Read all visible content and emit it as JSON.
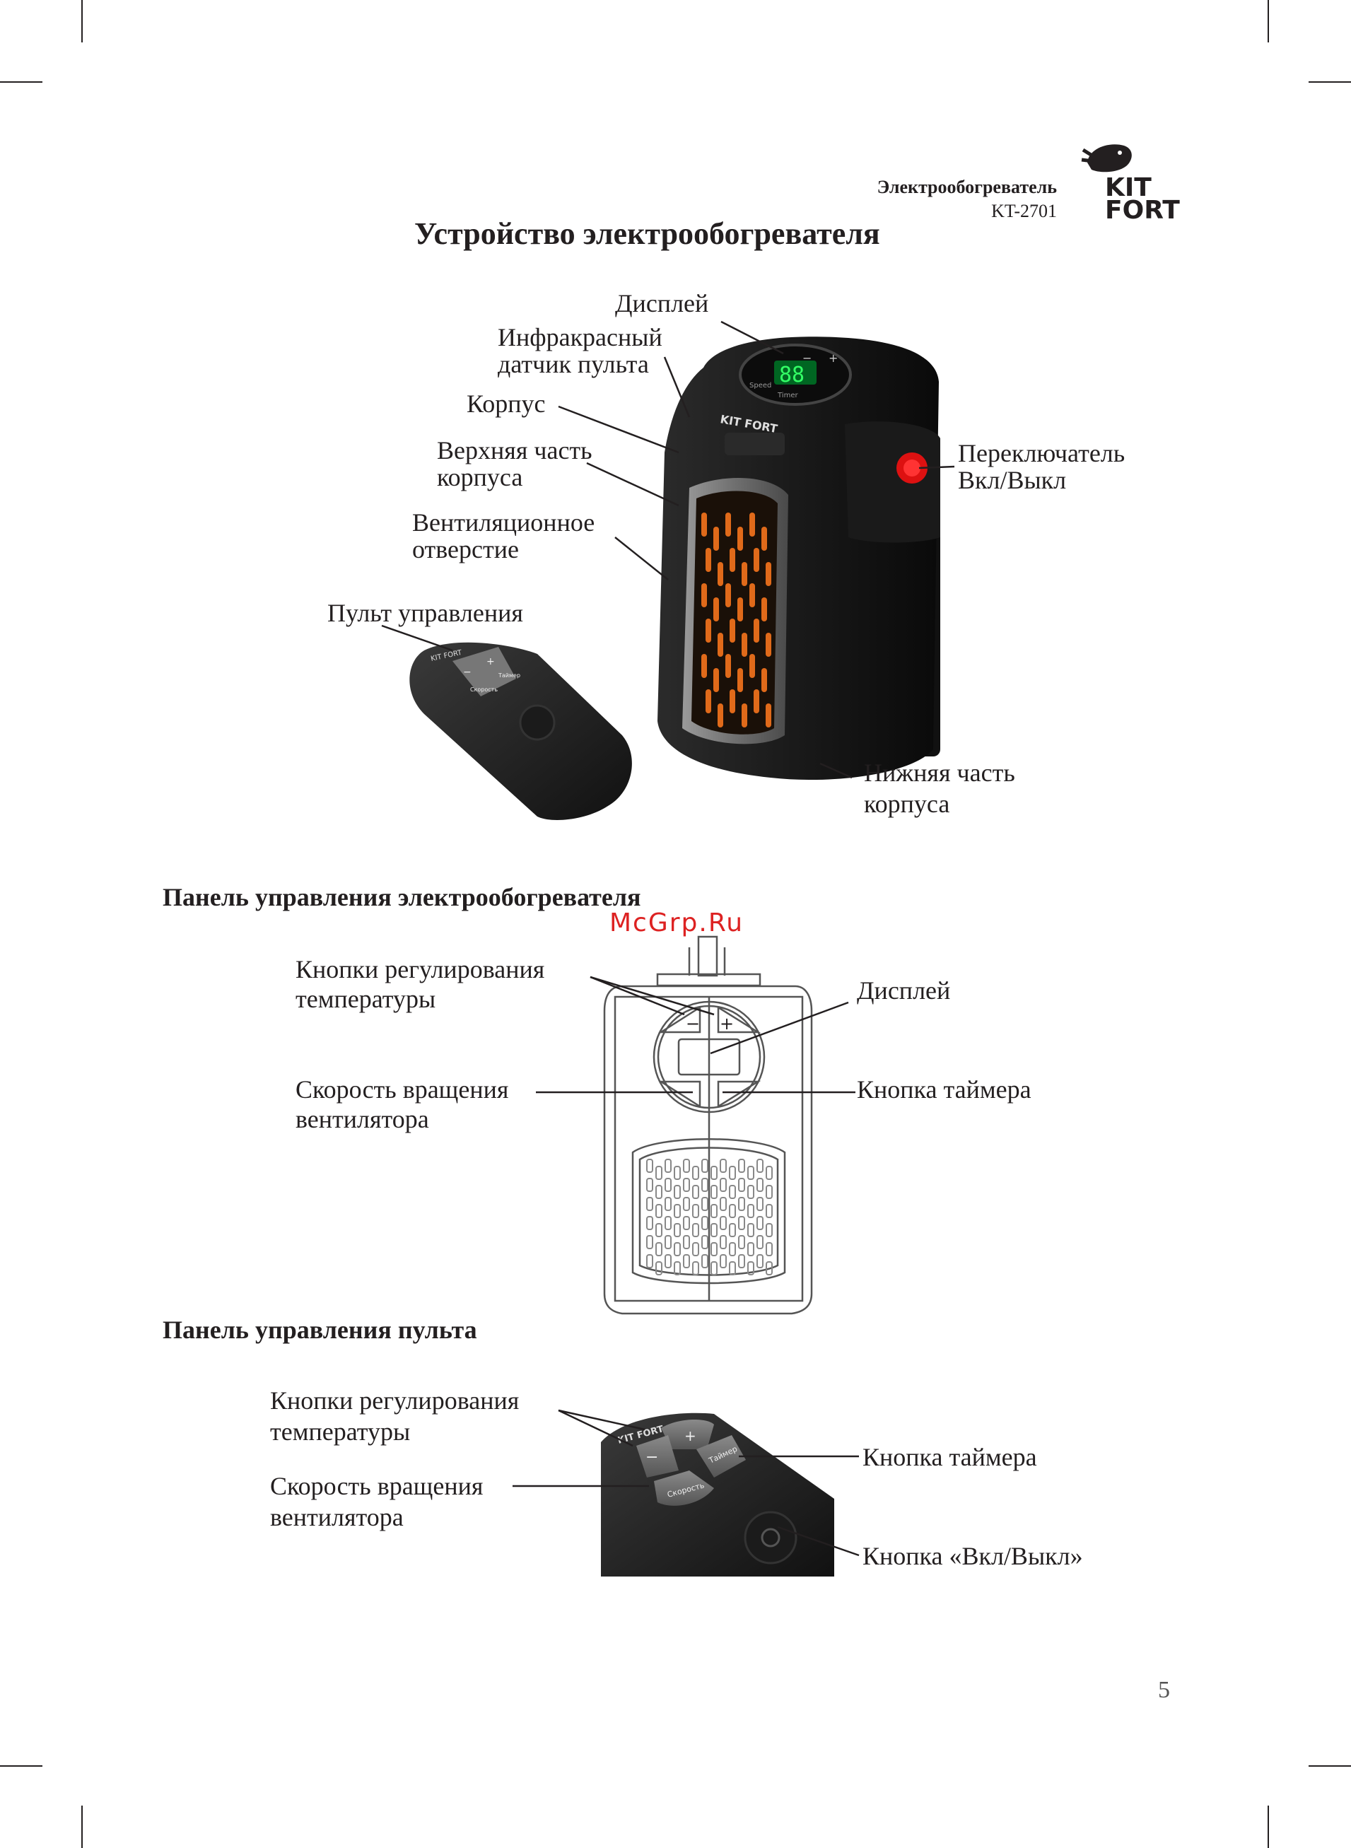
{
  "header": {
    "product_name": "Электрообогреватель",
    "model": "KT-2701",
    "brand_line1": "KIT",
    "brand_line2": "FORT"
  },
  "page_title": "Устройство электрообогревателя",
  "device_labels": {
    "display": "Дисплей",
    "ir_sensor_l1": "Инфракрасный",
    "ir_sensor_l2": "датчик пульта",
    "body": "Корпус",
    "top_l1": "Верхняя часть",
    "top_l2": "корпуса",
    "vent_l1": "Вентиляционное",
    "vent_l2": "отверстие",
    "remote": "Пульт управления",
    "switch_l1": "Переключатель",
    "switch_l2": "Вкл/Выкл",
    "bottom_l1": "Нижняя часть",
    "bottom_l2": "корпуса"
  },
  "device_photo": {
    "heater_brand": "KIT FORT",
    "heater_display": "88",
    "heater_btn_minus": "−",
    "heater_btn_plus": "+",
    "heater_btn_speed": "Speed",
    "heater_btn_timer": "Timer",
    "remote_brand": "KIT FORT",
    "remote_btn_minus": "−",
    "remote_btn_plus": "+",
    "remote_btn_speed": "Скорость",
    "remote_btn_timer": "Таймер"
  },
  "panel_section": {
    "title": "Панель управления электрообогревателя",
    "temp_l1": "Кнопки регулирования",
    "temp_l2": "температуры",
    "display": "Дисплей",
    "speed_l1": "Скорость вращения",
    "speed_l2": "вентилятора",
    "timer": "Кнопка таймера",
    "btn_minus": "−",
    "btn_plus": "+"
  },
  "watermark": "McGrp.Ru",
  "remote_section": {
    "title": "Панель управления пульта",
    "temp_l1": "Кнопки регулирования",
    "temp_l2": "температуры",
    "speed_l1": "Скорость вращения",
    "speed_l2": "вентилятора",
    "timer": "Кнопка таймера",
    "power": "Кнопка «Вкл/Выкл»",
    "brand": "KIT FORT",
    "btn_minus": "−",
    "btn_plus": "+",
    "btn_speed": "Скорость",
    "btn_timer": "Таймер"
  },
  "page_number": "5"
}
